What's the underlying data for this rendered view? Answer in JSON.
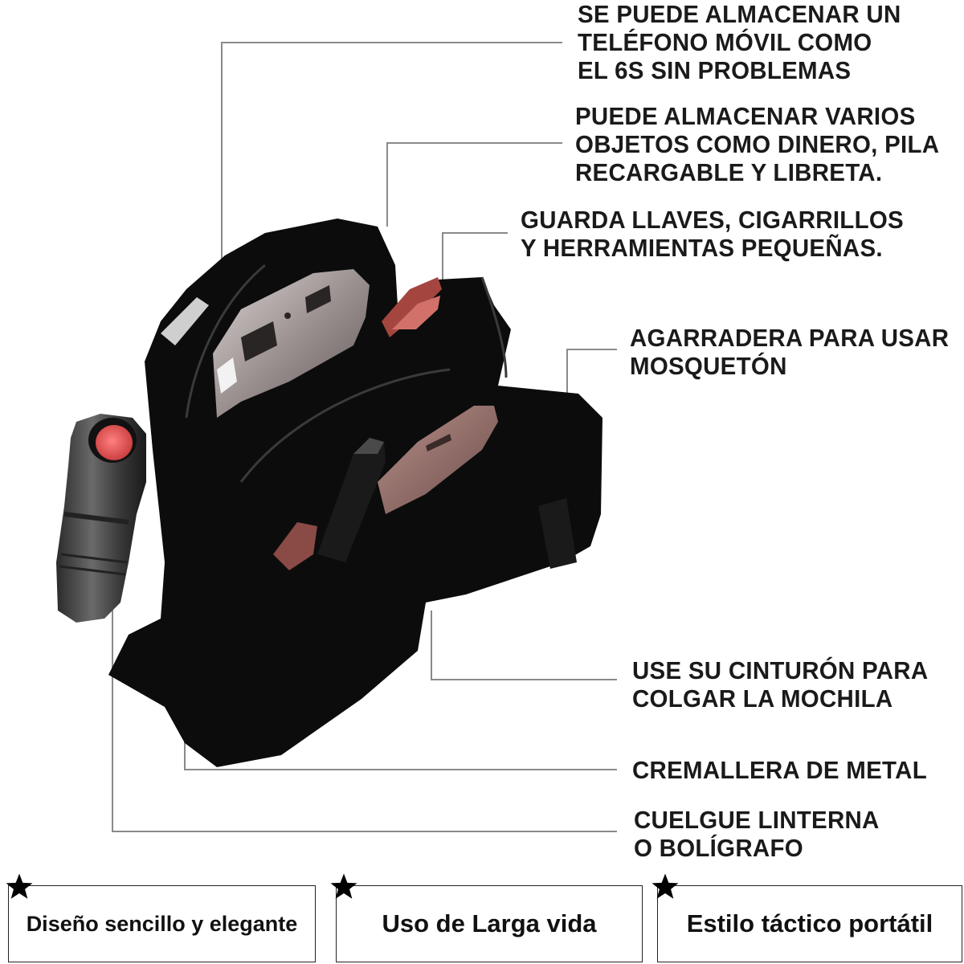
{
  "callouts": [
    {
      "lines": [
        "SE PUEDE ALMACENAR UN",
        "TELÉFONO MÓVIL COMO",
        "EL 6S SIN PROBLEMAS"
      ]
    },
    {
      "lines": [
        "PUEDE ALMACENAR VARIOS",
        "OBJETOS COMO DINERO, PILA",
        "RECARGABLE Y LIBRETA."
      ]
    },
    {
      "lines": [
        "GUARDA LLAVES, CIGARRILLOS",
        "Y HERRAMIENTAS PEQUEÑAS."
      ]
    },
    {
      "lines": [
        "AGARRADERA PARA USAR",
        "MOSQUETÓN"
      ]
    },
    {
      "lines": [
        "USE SU CINTURÓN PARA",
        "COLGAR LA MOCHILA"
      ]
    },
    {
      "lines": [
        "CREMALLERA DE METAL"
      ]
    },
    {
      "lines": [
        "CUELGUE LINTERNA",
        "O BOLÍGRAFO"
      ]
    }
  ],
  "features": [
    {
      "label": "Diseño sencillo y elegante"
    },
    {
      "label": "Uso de Larga vida"
    },
    {
      "label": "Estilo táctico portátil"
    }
  ],
  "colors": {
    "bag": "#0c0c0d",
    "leader_line": "#8a8a8a",
    "text": "#1a1a1a",
    "flashlight_lens": "#e85a5a"
  },
  "icons": [
    "star-icon"
  ]
}
